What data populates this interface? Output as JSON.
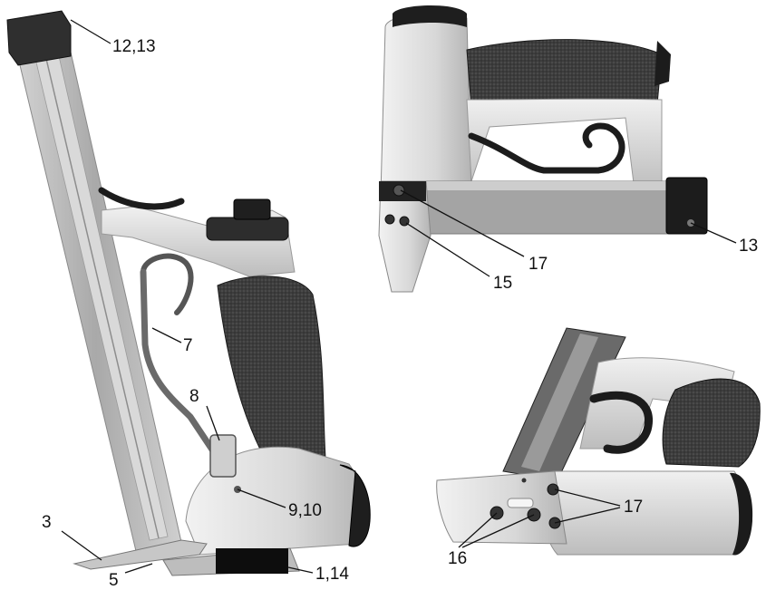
{
  "callouts": {
    "c1": "12,13",
    "c2": "7",
    "c3": "8",
    "c4": "9,10",
    "c5": "3",
    "c6": "5",
    "c7": "1,14",
    "c8": "17",
    "c9": "15",
    "c10": "13",
    "c11": "17",
    "c12": "16"
  },
  "colors": {
    "body_light": "#e3e3e3",
    "body_mid": "#c9c9c9",
    "body_dark": "#9a9a9a",
    "grip": "#3a3a3a",
    "black": "#111111",
    "magazine": "#b9b9b9"
  }
}
